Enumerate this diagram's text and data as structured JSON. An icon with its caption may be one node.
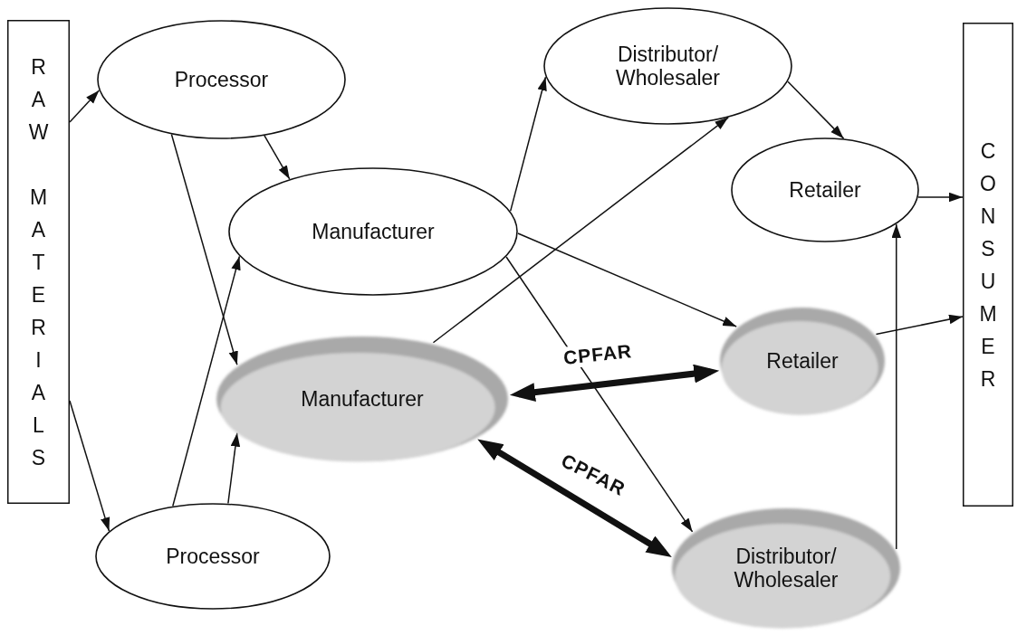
{
  "diagram": {
    "nodes": [
      {
        "text": [
          "RAW MATERIALS"
        ]
      },
      {
        "text": [
          "Processor"
        ]
      },
      {
        "text": [
          "Distributor/ Wholesaler"
        ]
      },
      {
        "text": [
          "Manufacturer"
        ]
      },
      {
        "text": [
          "Retailer"
        ]
      },
      {
        "text": [
          "CONSUMER"
        ]
      },
      {
        "text": [
          "Manufacturer"
        ]
      },
      {
        "text": [
          "Retailer"
        ]
      },
      {
        "text": [
          "Processor"
        ]
      },
      {
        "text": [
          "Distributor/ Wholesaler"
        ]
      }
    ],
    "edges": [
      {
        "from": 0,
        "to": 1,
        "arrow": "to"
      },
      {
        "from": 0,
        "to": 8,
        "arrow": "to"
      },
      {
        "from": 1,
        "to": 3,
        "arrow": "to"
      },
      {
        "from": 1,
        "to": 6,
        "arrow": "to"
      },
      {
        "from": 8,
        "to": 3,
        "arrow": "to"
      },
      {
        "from": 8,
        "to": 6,
        "arrow": "to"
      },
      {
        "from": 3,
        "to": 2,
        "arrow": "to"
      },
      {
        "from": 6,
        "to": 2,
        "arrow": "to"
      },
      {
        "from": 3,
        "to": 7,
        "arrow": "to"
      },
      {
        "from": 3,
        "to": 9,
        "arrow": "to"
      },
      {
        "from": 2,
        "to": 4,
        "arrow": "to"
      },
      {
        "from": 4,
        "to": 5,
        "arrow": "to"
      },
      {
        "from": 9,
        "to": 4,
        "arrow": "to"
      },
      {
        "from": 7,
        "to": 5,
        "arrow": "to"
      },
      {
        "from": 6,
        "to": 7,
        "arrow": "both",
        "style": "thick",
        "label": "CPFAR"
      },
      {
        "from": 6,
        "to": 9,
        "arrow": "both",
        "style": "thick",
        "label": "CPFAR"
      }
    ]
  }
}
